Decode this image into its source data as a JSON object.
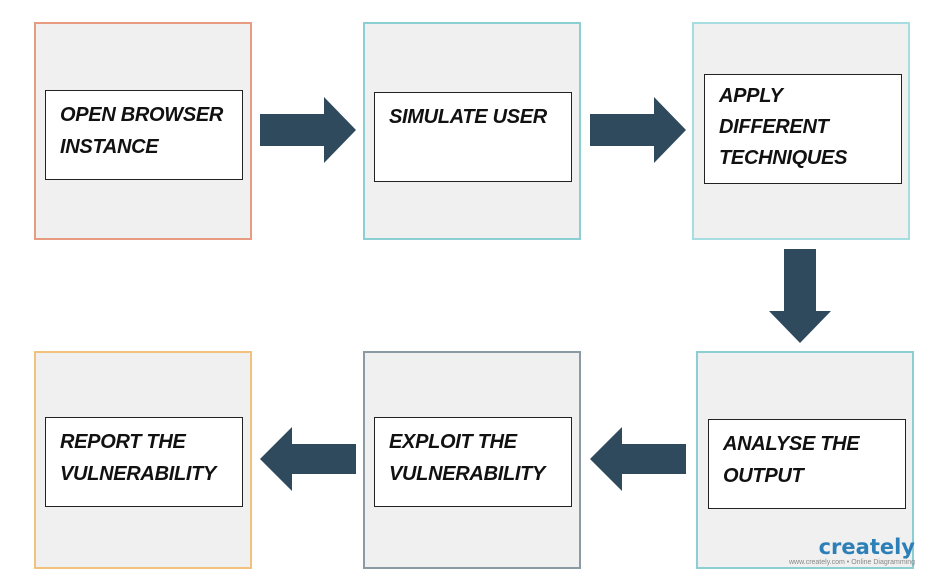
{
  "colors": {
    "arrow": "#2f4a5c",
    "step1_border": "#e79c82",
    "step2_border": "#8ccfd3",
    "step3_border": "#a6dde0",
    "step4_border": "#8ccfd3",
    "step5_border": "#8c9aa3",
    "step6_border": "#f2c17c",
    "box_fill": "#f0f0f0",
    "brand": "#2d7fb8",
    "brand_accent": "#f2a91b"
  },
  "steps": [
    {
      "label": "OPEN BROWSER\nINSTANCE"
    },
    {
      "label": "SIMULATE USER"
    },
    {
      "label": "APPLY\nDIFFERENT\nTECHNIQUES"
    },
    {
      "label": "ANALYSE THE\nOUTPUT"
    },
    {
      "label": "EXPLOIT THE\nVULNERABILITY"
    },
    {
      "label": "REPORT THE\nVULNERABILITY"
    }
  ],
  "watermark": {
    "name": "creately",
    "tagline": "www.creately.com • Online Diagramming"
  }
}
